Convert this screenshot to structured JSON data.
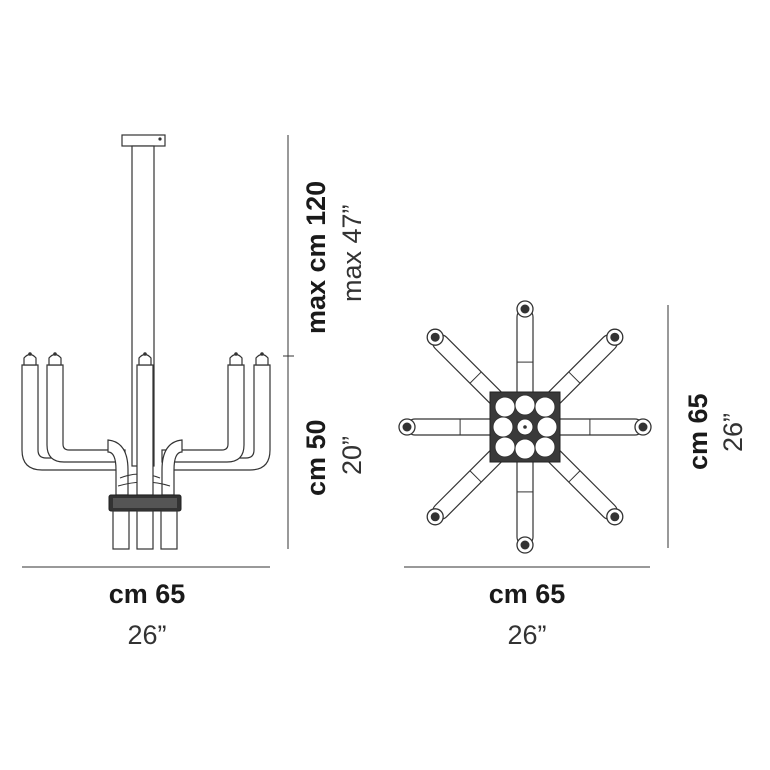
{
  "side_view": {
    "width_cm": "cm 65",
    "width_in": "26”",
    "height_cm": "cm 50",
    "height_in": "20”",
    "max_height_cm": "max cm 120",
    "max_height_in": "max 47”"
  },
  "top_view": {
    "width_cm": "cm 65",
    "width_in": "26”",
    "depth_cm": "cm 65",
    "depth_in": "26”"
  },
  "colors": {
    "line": "#333333",
    "text": "#1a1a1a"
  }
}
